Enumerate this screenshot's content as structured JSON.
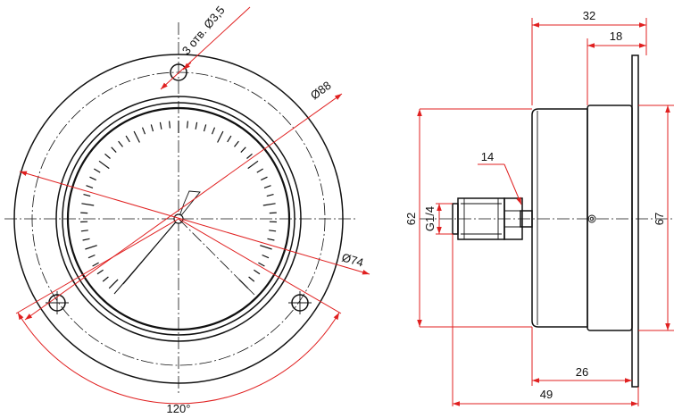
{
  "front_view": {
    "hole_note": "3 отв. Ø3,5",
    "dia_outer_label": "Ø88",
    "dia_dial_label": "Ø74",
    "angle_label": "120°"
  },
  "side_view": {
    "dim_total_depth_top": "32",
    "dim_flange_depth": "18",
    "dim_case_height": "62",
    "dim_flange_height": "67",
    "dim_thread": "G1/4",
    "dim_hex": "14",
    "dim_case_depth": "26",
    "dim_total_depth_bottom": "49"
  }
}
